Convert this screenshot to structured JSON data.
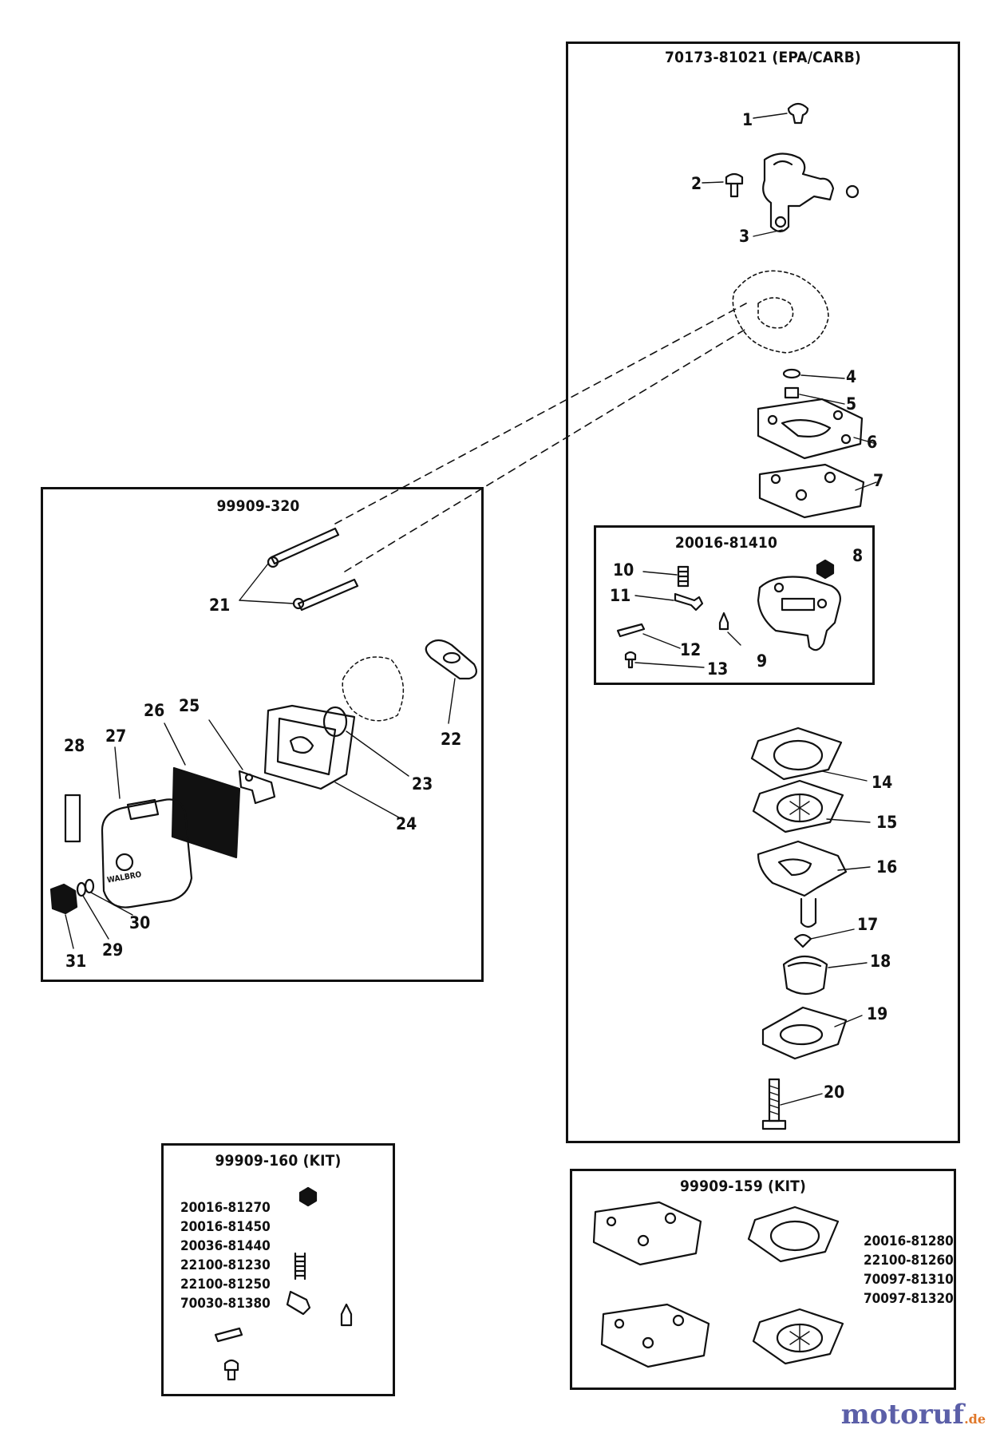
{
  "boxes": {
    "carb": {
      "title": "70173-81021 (EPA/CARB)"
    },
    "air": {
      "title": "99909-320"
    },
    "inner": {
      "title": "20016-81410"
    },
    "kit160": {
      "title": "99909-160 (KIT)",
      "parts": [
        "20016-81270",
        "20016-81450",
        "20036-81440",
        "22100-81230",
        "22100-81250",
        "70030-81380"
      ]
    },
    "kit159": {
      "title": "99909-159 (KIT)",
      "parts": [
        "20016-81280",
        "22100-81260",
        "70097-81310",
        "70097-81320"
      ]
    }
  },
  "callouts": [
    "1",
    "2",
    "3",
    "4",
    "5",
    "6",
    "7",
    "8",
    "9",
    "10",
    "11",
    "12",
    "13",
    "14",
    "15",
    "16",
    "17",
    "18",
    "19",
    "20",
    "21",
    "22",
    "23",
    "24",
    "25",
    "26",
    "27",
    "28",
    "29",
    "30",
    "31"
  ],
  "cover_text": "WALBRO",
  "watermark": {
    "main": "motoruf",
    "suffix": ".de"
  }
}
